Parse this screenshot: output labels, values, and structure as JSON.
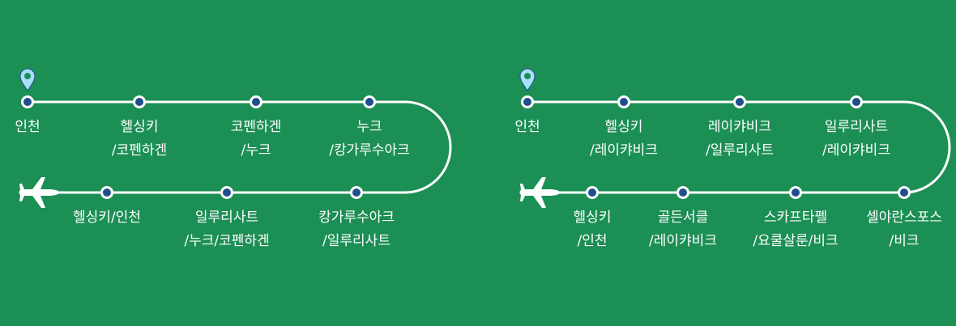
{
  "colors": {
    "background": "#1c8f55",
    "track": "#ffffff",
    "dot_outer": "#ffffff",
    "dot_inner": "#1f4e8c",
    "pin": "#a8e0f7",
    "plane": "#ffffff",
    "label": "#ffffff"
  },
  "icons": {
    "start": "location-pin-icon",
    "end": "airplane-icon"
  },
  "routes": [
    {
      "id": "route-1",
      "top_stops": [
        {
          "line1": "인천",
          "line2": ""
        },
        {
          "line1": "헬싱키",
          "line2": "/코펜하겐"
        },
        {
          "line1": "코펜하겐",
          "line2": "/누크"
        },
        {
          "line1": "누크",
          "line2": "/캉가루수아크"
        }
      ],
      "bottom_stops": [
        {
          "line1": "캉가루수아크",
          "line2": "/일루리사트"
        },
        {
          "line1": "일루리사트",
          "line2": "/누크/코펜하겐"
        },
        {
          "line1": "헬싱키/인천",
          "line2": ""
        }
      ]
    },
    {
      "id": "route-2",
      "top_stops": [
        {
          "line1": "인천",
          "line2": ""
        },
        {
          "line1": "헬싱키",
          "line2": "/레이캬비크"
        },
        {
          "line1": "레이캬비크",
          "line2": "/일루리사트"
        },
        {
          "line1": "일루리사트",
          "line2": "/레이캬비크"
        }
      ],
      "bottom_stops": [
        {
          "line1": "셀야란스포스",
          "line2": "/비크"
        },
        {
          "line1": "스카프타펠",
          "line2": "/요쿨살룬/비크"
        },
        {
          "line1": "골든서클",
          "line2": "/레이캬비크"
        },
        {
          "line1": "헬싱키",
          "line2": "/인천"
        }
      ]
    }
  ]
}
